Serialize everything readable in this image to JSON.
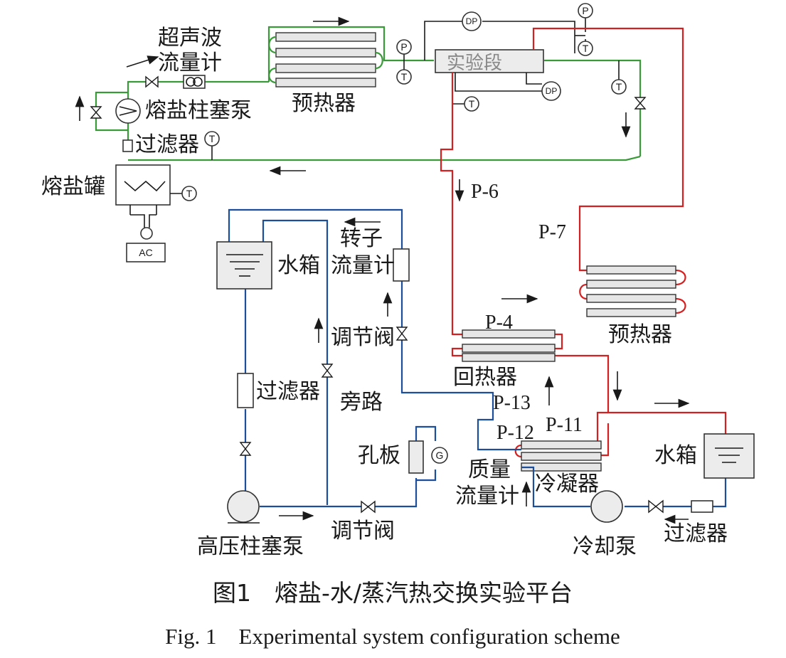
{
  "figure": {
    "caption_cn": "图1　熔盐-水/蒸汽热交换实验平台",
    "caption_en": "Fig. 1　Experimental system configuration scheme"
  },
  "labels": {
    "ultrasonic_flowmeter_1": "超声波",
    "ultrasonic_flowmeter_2": "流量计",
    "molten_salt_pump": "熔盐柱塞泵",
    "salt_filter": "过滤器",
    "salt_tank": "熔盐罐",
    "salt_preheater": "预热器",
    "test_section": "实验段",
    "water_tank_left": "水箱",
    "rotameter_1": "转子",
    "rotameter_2": "流量计",
    "regulating_valve_upper": "调节阀",
    "water_filter": "过滤器",
    "bypass": "旁路",
    "orifice": "孔板",
    "high_pressure_pump": "高压柱塞泵",
    "regulating_valve_lower": "调节阀",
    "recuperator": "回热器",
    "steam_preheater": "预热器",
    "mass_flowmeter_1": "质量",
    "mass_flowmeter_2": "流量计",
    "condenser": "冷凝器",
    "water_tank_right": "水箱",
    "cooling_pump": "冷却泵",
    "cooling_filter": "过滤器",
    "ac_source": "AC"
  },
  "points": {
    "p6": "P-6",
    "p7": "P-7",
    "p4": "P-4",
    "p13": "P-13",
    "p12": "P-12",
    "p11": "P-11"
  },
  "instruments": {
    "pressure": "P",
    "temperature": "T",
    "diff_pressure": "DP",
    "gauge": "G"
  },
  "colors": {
    "molten_salt_line": "#3a9a3a",
    "steam_line": "#d42020",
    "water_line": "#1d4e9a"
  }
}
